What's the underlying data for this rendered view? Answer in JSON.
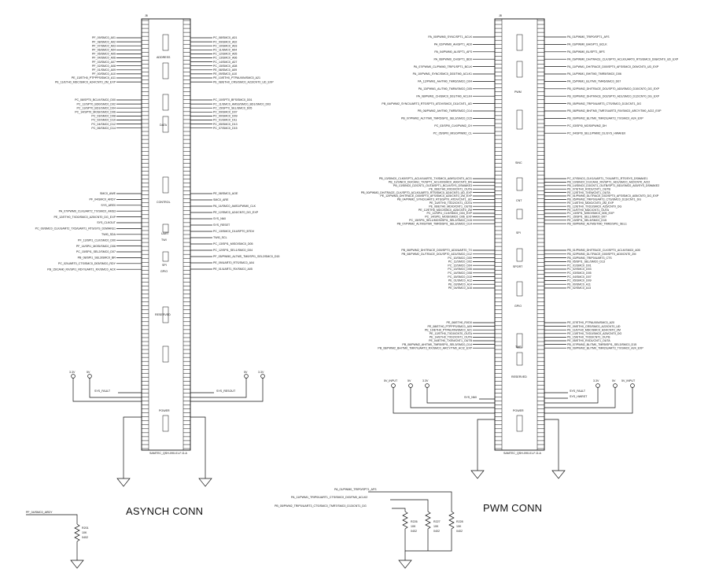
{
  "left_connector": {
    "ref": "J6",
    "part": "SAMTEC_QSH-090-01-F-D-A",
    "title": "ASYNCH CONN",
    "sections": [
      "ADDRESS",
      "DATA",
      "CONTROL",
      "UART",
      "TWI",
      "SPI",
      "GPIO",
      "RESERVED",
      "POWER"
    ],
    "left_signals_a": [
      "PF_09/SMC0_A01",
      "PF_08/SMC0_A02",
      "PF_07/SMC0_A03",
      "PF_06/SMC0_A04",
      "PF_05/SMC0_A05",
      "PF_04/SMC0_A06",
      "PF_03/SMC0_A07",
      "PF_02/SMC0_A08",
      "PF_01/SMC0_A09",
      "PF_00/SMC0_A10",
      "PE_13/ETH0_PTPPPS/SMC0_A11",
      "PE_11/ETH0_MDC/SMC0_A24/CNT0_ZM_EXP"
    ],
    "right_signals_a": [
      "PC_08/SMC0_A01",
      "PC_09/SMC0_A02",
      "PC_10/SMC0_A03",
      "PC_11/SMC0_A04",
      "PC_12/SMC0_A05",
      "PC_13/SMC0_A06",
      "PC_14/SMC0_A07",
      "PC_15/SMC0_A08",
      "PE_08/SMC0_A09",
      "PE_09/SMC0_A10",
      "PE_10/ETH0_PTPAUXIN/SMC0_A21",
      "PE_08/ETH0_CRS/SMC0_A23/CNT0_UD_EXP"
    ],
    "left_signals_b": [
      "PC_08/SPT0_BCLK/SMC0_D00",
      "PC_12/SPT0_BD0/SMC0_D02",
      "PC_13/SPT0_BD1/SMC0_D04",
      "PC_14/SPT0_MOSI/SMC0_D06",
      "PC_03/SMC0_D08",
      "PC_02/SMC0_D10",
      "PC_04/SMC0_D12",
      "PC_06/SMC0_D14"
    ],
    "right_signals_b": [
      "PC_10/SPT0_BFS/SMC0_D01",
      "PC_11/SMC0_AMS3/SMC0_BD1/SMC0_D03",
      "PC_15/SPT0_SEL/SMC0_D05",
      "PC_09/SMC0_D07",
      "PC_00/SMC0_D09",
      "PC_01/SMC0_D11",
      "PC_05/SMC0_D13",
      "PC_07/SMC0_D15"
    ],
    "left_signals_c": [
      "SMC0_AWE",
      "PF_04/SMC0_ARDY",
      "SYS_ARE0",
      "PA_07/PWM0_CLKUART2_TX/SMC0_AMS3",
      "PE_12/ETH0_TXD0/SMC0_A25/CNT0_DG_EXP",
      "SYS_CLKOUT",
      "PC_00/SMC0_CLK/UART2_TXD/UART1_RTS/SYS_DSWAKE1",
      "TWI0_SDA",
      "PF_13/SPI1_CLK/SMC0_D00",
      "PF_14/SPI1_MOSI/SMC0_D06",
      "PC_15/SPI1_SEL2/SMC0_D07",
      "PB_08/SPI1_SEL3/SMC0_BR",
      "PC_02/UART0_CTS/SMC0_D03/SMC0_RDY",
      "PB_15/CAN0_RX/SPI1_RDY/UART1_RX/SMC0_ACK"
    ],
    "right_signals_c": [
      "PE_08/SMC0_AOE",
      "SMC0_ARE",
      "PA_14/SMC0_AMS1/PWM0_CLK",
      "PE_12/SMC0_A24/CNT0_DG_EXP",
      "SYS_NMI",
      "SYS_RESET",
      "PC_13/SMC0_D14/SPT0_BTDV",
      "TWI0_SCL",
      "PC_13/SPI1_MISO/SMC0_D05",
      "PC_12/SPI1_SEL1/SMC0_D04",
      "PF_05/PWM0_ALTMS_TM0/SPI1_SEL2/SMC0_D15",
      "PE_09/UART0_RTS/SMC0_A04",
      "PE_01/UART1_RX/SMC0_A05"
    ],
    "power_labels": {
      "v33_left": "3.3V",
      "v5_left": "5V",
      "v5_right": "5V",
      "v33_right": "3.3V",
      "sys_fault": "SYS_FAULT",
      "sys_reset": "SYS_RESOUT"
    }
  },
  "right_connector": {
    "ref": "J8",
    "part": "SAMTEC_QSH-090-01-F-D-A",
    "title": "PWM CONN",
    "sections": [
      "PWM",
      "SINC",
      "CNT",
      "SPI",
      "SPORT",
      "GPIO",
      "TMR",
      "RESERVED",
      "POWER"
    ],
    "left_signals_a": [
      "PA_00/PWM0_SYNC/SPT1_ACLK",
      "PA_02/PWM0_AH/SPT1_AD0",
      "PA_04/PWM0_AL/SPT1_AFS",
      "PA_06/PWM0_CH/SPT1_BD0",
      "PA_07/PWM0_CL/PWM0_TRIP1/SPT1_BCLK",
      "PA_10/PWM1_SYNC/SMC0_D03/TM0_ACLK1",
      "PA_12/PWM1_AH/TM0_TMR3/SMC0_D04",
      "PA_13/PWM1_AL/TM0_TMR4/SMC0_D05",
      "PA_08/PWM1_CH/SMC0_D01/TM0_ACLK4",
      "PB_04/PWM2_SYNC/UART3_RTS/SPT0_ATDV/SMC0_D11/CNT1_UD",
      "PB_06/PWM2_AH/TM0_TMR5/SMC0_D14",
      "PB_07/PWM2_ALT/TM0_TMR5/SPI1_SEL3/SMC0_D15",
      "PC_03/SPI0_CLK/PWM2_CH",
      "PC_05/SPI0_MISO/PWM2_CL"
    ],
    "right_signals_a": [
      "PA_01/PWM0_TRIP0/SPT1_AFS",
      "PA_03/PWM0_BH/SPT1_BCLK",
      "PA_05/PWM0_BL/SPT1_BFS",
      "PA_09/PWM0_DH/TRACE_CLK/SPT0_ACLK/UART0_RTS/SMC0_D08/CNT0_UD_EXP",
      "PA_11/PWM1_DH/TRACE_D00/SPT0_AFS/SMC0_D09/CNT0_UD_EXP",
      "PA_14/PWM1_BH/TM0_TMR5/SMC0_D06",
      "PA_15/PWM1_BL/TM0_TMR6/SMC0_D07",
      "PB_02/PWM2_DH/TRACE_D01/SPT0_AD0/SMC0_D10/CNT0_DG_EXP",
      "PB_03/PWM2_DH/TRACE_D02/SPT0_AD1/SMC0_D12/CNT0_DG_EXP",
      "PB_05/PWM2_TRIP0/UART3_CTS/SMC0_D13/CNT1_DG",
      "PB_08/PWM2_BH/TM0_TMR7/UART3_RX/SMC0_ARCY/TM0_ACI2_EXP",
      "PB_09/PWM2_BL/TM0_TMR2/UART3_TX/SMC0_A24_EXP",
      "PC_03/SPI0_MOSI/PWM2_DH",
      "PC_04/SPI0_SEL1/PWM2_DL/SYS_HWAKE0"
    ],
    "left_signals_b": [
      "PB_13/SINC0_CLK0/SPT1_ACLK/UART0_TX/SMC0_A/MS1/CNT0_ACI1",
      "PB_11/SINC0_D0/CAN1_TX/SPT1_ACLK0/SMC0_A00/CNT0_DN",
      "PB_13/SINC0_D2/CNT1_OUTA/SPT1_BCLK/SYS_DSWAKE3",
      "PE_06/ETH0_RXD0/CNT1_OUTA",
      "PB_00/PWM3_DH/TRACE_CLK/SPT0_ACLK/UART0_RTS/SMC0_A24/CNT0_UD_EXP",
      "PE_12/PWM3_DH/TRACE_D00/SPT0_AFS/SMC0_A25/CNT0_ZM_EXP",
      "PB_04/PWM2_SYNC/UART3_RTS/SPT0_ATDV/CNT1_UD",
      "PE_14/ETH0_TXD2/CNT1_OUTA",
      "PE_06/ETH0_MDIO/CNT1_OUTB",
      "PE_12/ETH0_MDC/SMC0_A25/CNT0_ZM",
      "PC_12/SPI1_CLK/SMC0_D04_EXP",
      "PC_14/SPI1_MOSI/SMC0_D06_EXP",
      "PC_15/SPI1_SEL1/MOSI/SPI1_SEL2/SMC0_D15",
      "PB_07/PWM2_ALTMS/TM0_TMR5/SPI1_SEL3/SMC0_D14"
    ],
    "right_signals_b": [
      "PC_07/SINC0_CLK1/UART1_TX/UART1_RTS/SYS_DSWAKE1",
      "PB_10/SINC0_D1/CAN1_RX/SPT1_AD1/SMC0_A02/CNT0_ACI2",
      "PB_14/SINC0_D3/CNT1_OUTB/SPT1_BD1/SMC0_A00/SYS_DSWAKE2",
      "PE_07/ETH0_RXD1/CNT1_OUTB",
      "PE_12/ETH0_TXEN/CNT1_OUTA",
      "PE_01/PWM0_DL/TRACE_D02/SPT0_AFS/SMC0_A05/CNT0_DG_EXP",
      "PB_05/PWM2_TRIP0/UART3_CTS/SMC0_D13/CNT1_DG",
      "PE_14/ETH0_MDIO/CNT0_ZM_EXP",
      "PE_12/ETH0_TXD1/SMC0_A25/CNT0_DG",
      "PE_11/ETH0_MDC/CNT1_OUTA",
      "PC_13/SPI1_MISO/SMC0_D05_EXP",
      "PC_15/SPI1_SEL1/SMC0_D07",
      "PE_15/SPI1_SEL3/SMC0_D15",
      "PB_09/PWM2_ALTMS/TM0_TMR2/SPI1_SEL1"
    ],
    "left_signals_c": [
      "PB_06/PWM2_DH/TRACE_D00/SPT0_AD0/UART0_TX",
      "PB_08/PWM2_DL/TRACE_D01/SPT0_AD1/SMC0_D12",
      "PC_10/SMC0_D00",
      "PC_11/SMC0_D02",
      "PC_12/SMC0_D04",
      "PC_13/SMC0_D06",
      "PC_14/SMC0_D08",
      "PC_15/SMC0_D10",
      "PE_01/SMC0_A12",
      "PE_03/SMC0_A14",
      "PE_04/SMC0_A16"
    ],
    "right_signals_c": [
      "PB_01/PWM0_DH/TRACE_CLK/SPT0_ACLK/SMC0_A05",
      "PB_02/PWM0_DL/TRACE_D00/SPT0_AD0/CNT0_ZM",
      "PB_03/PWM0_TRIP0/UART3_CTS",
      "PB_05/SPI1_SEL/SMC0_D13",
      "PC_01/SMC0_D01",
      "PC_02/SMC0_D03",
      "PC_03/SMC0_D05",
      "PC_04/SMC0_D07",
      "PC_05/SMC0_D09",
      "PE_00/SMC0_A11",
      "PE_02/SMC0_A13"
    ],
    "left_signals_d": [
      "PE_06/ETH0_RXD0",
      "PE_08/ETH0_PTPPPS/SMC0_A09",
      "PE_10/ETH0_PTPAUXIN/SMC0_A21",
      "PE_12/ETH0_TXD0/CNT0_OUTA",
      "PE_14/ETH0_TXD2/CNT1_OUTA",
      "PE_04/ETH0_TXEN/CNT1_OUTB",
      "PB_06/PWM2_AH/TM0_TMR5/SPI1_SEL3/SMC0_D14",
      "PB_08/PWM2_BH/TM0_TMR7/UART3_RX/SMC0_ARCY/TM0_ACI2_EXP"
    ],
    "right_signals_d": [
      "PE_07/ETH0_PTPAUXIN/SMC0_A20",
      "PE_09/ETH0_CRS/SMC0_A22/CNT0_UD",
      "PE_11/ETH0_MDC/SMC0_A24/CNT0_ZM",
      "PE_13/ETH0_TXD1/SMC0_A25/CNT0_DG",
      "PE_15/ETH0_TXD3/CNT1_OUTB",
      "PE_05/ETH0_RXD1/CNT1_OUTA",
      "PB_07/PWM2_BL/TM0_TMR5/SPI1_SEL3/SMC0_D15",
      "PB_09/PWM2_BL/TM0_TMR2/UART3_TX/SMC0_A24_EXP"
    ],
    "power_labels": {
      "v5_input_left": "5V_INPUT",
      "v5_left": "5V",
      "v33_left": "3.3V",
      "v33_right": "3.3V",
      "v5_right": "5V",
      "v5_input_right": "5V_INPUT",
      "sys_nmi": "SYS_NMI",
      "sys_fault": "SYS_FAULT",
      "sys_hwrst": "SYS_HWRST"
    }
  },
  "pullup_left": {
    "net": "PF_04/SMC0_ARDY",
    "ref": "R201",
    "value": "10K",
    "package": "0402"
  },
  "pullups_right": {
    "nets": [
      "PA_01/PWM0_TRIP0/SPT1_AFS",
      "PA_11/PWM1_TRIP0/UART1_CTS/SMC0_D03/TM0_ACLK2",
      "PB_05/PWM2_TRIP0/UART3_CTS/SMC0_TMR7/SMC0_D13/CNT1_DG"
    ],
    "resistors": [
      {
        "ref": "R226",
        "value": "10K",
        "package": "0402"
      },
      {
        "ref": "R227",
        "value": "10K",
        "package": "0402"
      },
      {
        "ref": "R228",
        "value": "10K",
        "package": "0402"
      }
    ]
  }
}
